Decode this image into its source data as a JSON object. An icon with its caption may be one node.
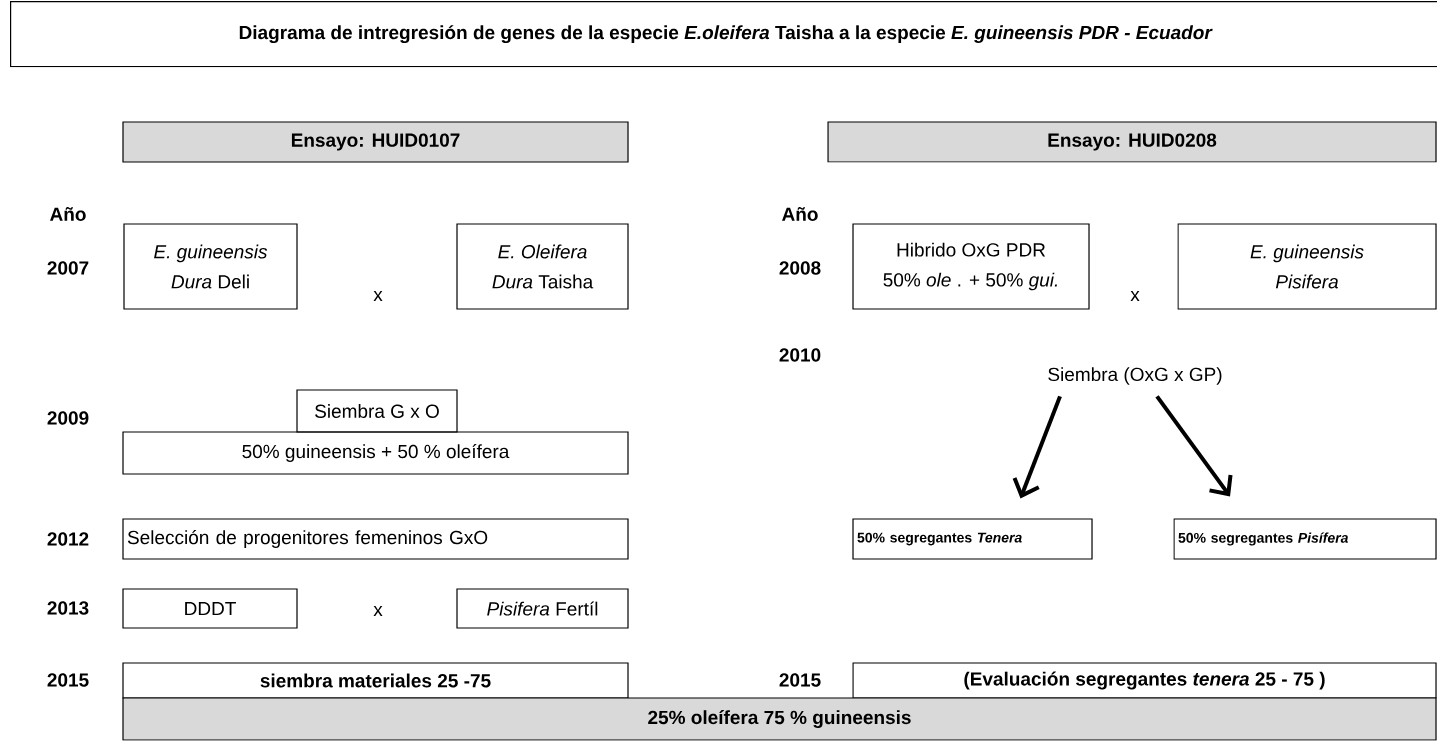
{
  "diagram": {
    "title": "Diagrama de intregresión de genes de la especie *E.oleifera* Taisha a la especie *E. guineensis PDR - Ecuador*",
    "nodes": [
      {
        "text": [
          "Ensayo: HUID0107"
        ]
      },
      {
        "text": [
          "Ensayo: HUID0208"
        ]
      },
      {
        "text": [
          "E. guineensis",
          "*Dura* Deli"
        ]
      },
      {
        "text": [
          "E. Oleifera",
          "*Dura* Taisha"
        ]
      },
      {
        "text": [
          "Hibrido OxG PDR",
          "50% *ole* . + 50% *gui.*"
        ]
      },
      {
        "text": [
          "E. guineensis",
          "Pisifera"
        ]
      },
      {
        "text": [
          "Siembra (OxG x GP)"
        ]
      },
      {
        "text": [
          "Siembra G x O"
        ]
      },
      {
        "text": [
          "50% guineensis + 50 % oleífera"
        ]
      },
      {
        "text": [
          "Selección de progenitores femeninos GxO"
        ]
      },
      {
        "text": [
          "50%  segregantes *Tenera*"
        ]
      },
      {
        "text": [
          "50%  segregantes *Pisífera*"
        ]
      },
      {
        "text": [
          "DDDT"
        ]
      },
      {
        "text": [
          "*Pisifera* Fertíl"
        ]
      },
      {
        "text": [
          "siembra  materiales 25 -75"
        ]
      },
      {
        "text": [
          "(Evaluación segregantes *tenera*  25  - 75 )"
        ]
      },
      {
        "text": [
          "25% oleífera 75 % guineensis"
        ]
      }
    ],
    "edges": [
      {
        "from": 6,
        "to": 10,
        "arrow": "to"
      },
      {
        "from": 6,
        "to": 11,
        "arrow": "to"
      }
    ],
    "labels": [
      "Año",
      "Año",
      "2007",
      "x",
      "2008",
      "x",
      "2010",
      "2009",
      "2012",
      "2013",
      "x",
      "2015",
      "2015"
    ]
  }
}
